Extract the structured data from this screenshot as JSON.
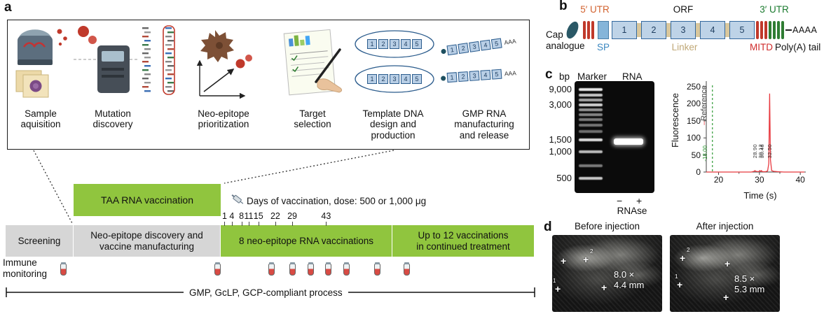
{
  "segments": [
    "1",
    "2",
    "3",
    "4",
    "5"
  ],
  "colors": {
    "green_bar": "#90c53e",
    "grey_bar": "#d6d6d6",
    "utr5_label": "#d2622f",
    "utr3_label": "#1a7a2e",
    "sp_label": "#3b87c0",
    "linker_label": "#c0a877",
    "mitd_label": "#cf2b2b",
    "trace": "#e8393f",
    "marker_line": "#2f9a35"
  },
  "panels": {
    "a": {
      "label": "a",
      "workflow_captions": [
        "Sample\naquisition",
        "Mutation\ndiscovery",
        "Neo-epitope\nprioritization",
        "Target\nselection",
        "Template DNA\ndesign and\nproduction",
        "GMP RNA\nmanufacturing\nand release"
      ],
      "rna_polya": "AAA",
      "timeline": {
        "taa_label": "TAA RNA vaccination",
        "days_label": "Days of vaccination, dose: 500 or 1,000 μg",
        "day_numbers": [
          "1",
          "4",
          "8",
          "11",
          "15",
          "22",
          "29",
          "43"
        ],
        "screening_label": "Screening",
        "discovery_label": "Neo-epitope discovery and\nvaccine manufacturing",
        "vaccination_label": "8 neo-epitope RNA vaccinations",
        "continued_label": "Up to 12 vaccinations\nin continued treatment",
        "immune_label": "Immune\nmonitoring",
        "compliance_label": "GMP, GcLP, GCP-compliant process"
      }
    },
    "b": {
      "label": "b",
      "cap_label": "Cap\nanalogue",
      "utr5_label": "5′ UTR",
      "orf_label": "ORF",
      "utr3_label": "3′ UTR",
      "sp_label": "SP",
      "linker_label": "Linker",
      "mitd_label": "MITD",
      "polya_label": "Poly(A) tail",
      "polya_seq": "AAAA"
    },
    "c": {
      "label": "c",
      "bp_header": "bp",
      "marker_header": "Marker",
      "rna_header": "RNA",
      "bp_values": [
        "9,000",
        "3,000",
        "1,500",
        "1,000",
        "500"
      ],
      "minus": "−",
      "plus": "+",
      "rnase_label": "RNAse",
      "ylabel": "Fluorescence",
      "xlabel": "Time (s)",
      "reference_label": "Reference"
    },
    "d": {
      "label": "d",
      "before_title": "Before injection",
      "after_title": "After injection",
      "before_measurement": "8.0 ×\n4.4 mm",
      "after_measurement": "8.5 ×\n5.3 mm",
      "caliper_labels": [
        "1",
        "2"
      ]
    }
  },
  "chart_data": {
    "type": "line",
    "title": "",
    "xlabel": "Time (s)",
    "ylabel": "Fluorescence",
    "xlim": [
      17,
      41
    ],
    "ylim": [
      0,
      250
    ],
    "xticks": [
      20,
      30,
      40
    ],
    "yticks": [
      0,
      50,
      100,
      150,
      200,
      250
    ],
    "grid": false,
    "legend_position": "left-vertical",
    "series": [
      {
        "name": "Reference",
        "color": "#e8393f",
        "x": [
          17,
          19,
          20,
          22,
          24,
          26,
          28,
          28.7,
          28.9,
          29.1,
          29.8,
          30.1,
          30.3,
          30.5,
          30.7,
          31.5,
          32.0,
          32.3,
          32.5,
          32.7,
          33.0,
          33.5,
          34.5,
          36,
          38,
          41
        ],
        "y": [
          0,
          0,
          0,
          0,
          0,
          0,
          0,
          2,
          4,
          2,
          1,
          4,
          2,
          4,
          1,
          1,
          3,
          25,
          230,
          35,
          4,
          2,
          1,
          0,
          0,
          0
        ]
      }
    ],
    "marker_line": {
      "x": 18.5,
      "label": "-18.00",
      "color": "#2f9a35"
    },
    "peak_labels": [
      {
        "x": 28.9,
        "label": "28.90"
      },
      {
        "x": 30.12,
        "label": "30.12"
      },
      {
        "x": 30.48,
        "label": "30.48"
      },
      {
        "x": 32.5,
        "label": "32.50"
      }
    ]
  }
}
